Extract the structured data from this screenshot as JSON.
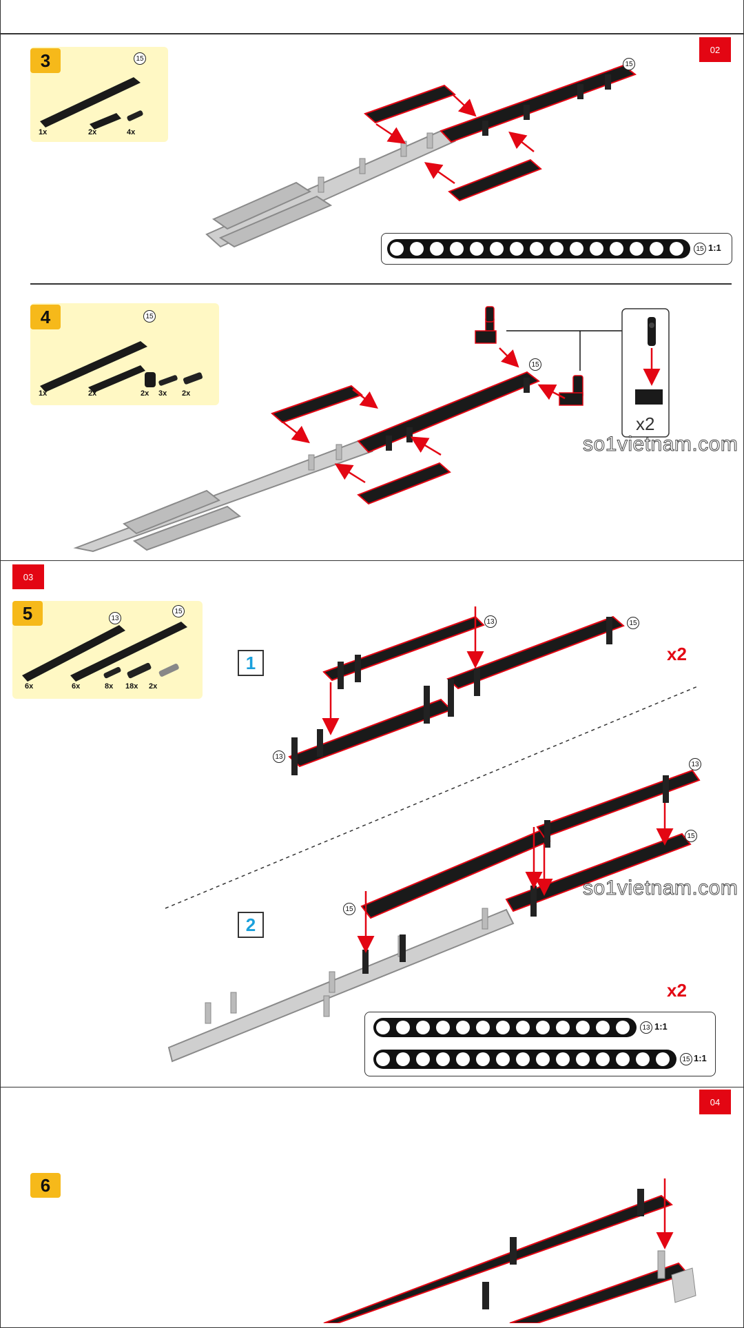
{
  "pages": [
    {
      "tab": "02"
    },
    {
      "tab": "03"
    },
    {
      "tab": "04"
    }
  ],
  "steps": [
    {
      "number": "3",
      "parts": [
        {
          "qty": "1x",
          "circle": "15"
        },
        {
          "qty": "2x"
        },
        {
          "qty": "4x"
        }
      ],
      "callouts": [
        "15"
      ],
      "scale": [
        {
          "circle": "15",
          "ratio": "1:1",
          "holes": 15
        }
      ]
    },
    {
      "number": "4",
      "parts": [
        {
          "qty": "1x",
          "circle": "15"
        },
        {
          "qty": "2x"
        },
        {
          "qty": "2x"
        },
        {
          "qty": "3x"
        },
        {
          "qty": "2x"
        }
      ],
      "callouts": [
        "15"
      ],
      "inset_multiplier": "x2"
    },
    {
      "number": "5",
      "parts": [
        {
          "qty": "6x",
          "circle": "13"
        },
        {
          "qty": "6x",
          "circle": "15"
        },
        {
          "qty": "8x"
        },
        {
          "qty": "18x"
        },
        {
          "qty": "2x"
        }
      ],
      "substeps": [
        {
          "label": "1",
          "multiplier": "x2",
          "callouts": [
            "13",
            "15",
            "13"
          ]
        },
        {
          "label": "2",
          "multiplier": "x2",
          "callouts": [
            "13",
            "15",
            "15"
          ]
        }
      ],
      "scale": [
        {
          "circle": "13",
          "ratio": "1:1",
          "holes": 13
        },
        {
          "circle": "15",
          "ratio": "1:1",
          "holes": 15
        }
      ]
    },
    {
      "number": "6"
    }
  ],
  "watermark": "so1vietnam.com",
  "colors": {
    "accent_red": "#e30613",
    "step_yellow": "#f6b91a",
    "parts_bg": "#fff8c4",
    "substep_blue": "#1aa0dc",
    "beam_black": "#1a1a1a",
    "beam_grey": "#c8c8c8"
  }
}
